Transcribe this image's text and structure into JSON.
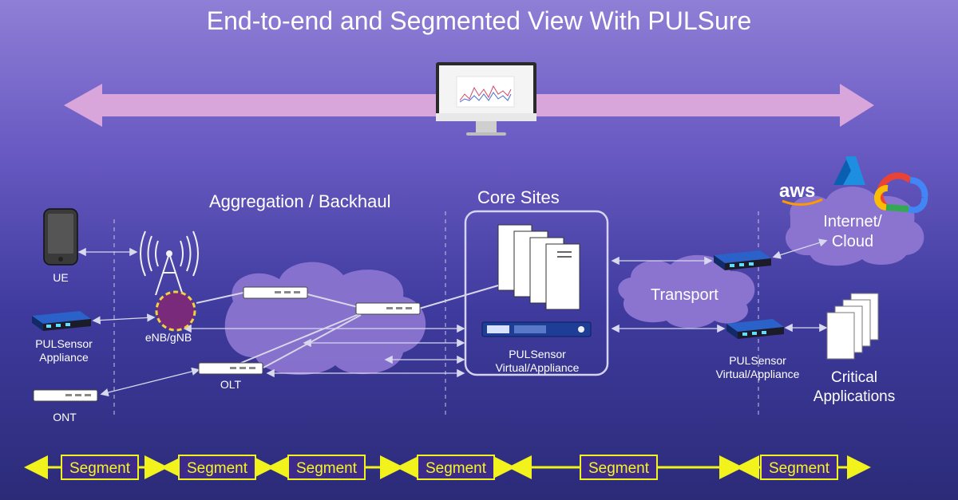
{
  "title": "End-to-end and Segmented View With PULSure",
  "sections": {
    "aggregation": "Aggregation / Backhaul",
    "core": "Core Sites",
    "transport": "Transport",
    "internet_line1": "Internet/",
    "internet_line2": "Cloud"
  },
  "devices": {
    "ue": "UE",
    "pulsensor_appliance_line1": "PULSensor",
    "pulsensor_appliance_line2": "Appliance",
    "enb": "eNB/gNB",
    "olt": "OLT",
    "ont": "ONT",
    "core_pulsensor_line1": "PULSensor",
    "core_pulsensor_line2": "Virtual/Appliance",
    "edge_pulsensor_line1": "PULSensor",
    "edge_pulsensor_line2": "Virtual/Appliance",
    "critical_line1": "Critical",
    "critical_line2": "Applications"
  },
  "cloud_logos": {
    "aws": "aws"
  },
  "segments": [
    "Segment",
    "Segment",
    "Segment",
    "Segment",
    "Segment",
    "Segment"
  ],
  "colors": {
    "segment_yellow": "#f2f21c",
    "segment_fill": "#3d2a8a",
    "big_arrow": "#d9a6dc",
    "cloud": "#8a74d0",
    "aws_orange": "#ff9900",
    "azure_blue": "#1e8fe0"
  },
  "icons": [
    "smartphone-icon",
    "cell-tower-icon",
    "router-icon",
    "server-icon",
    "monitor-icon",
    "aws-logo-icon",
    "azure-logo-icon",
    "google-cloud-logo-icon",
    "documents-icon"
  ]
}
